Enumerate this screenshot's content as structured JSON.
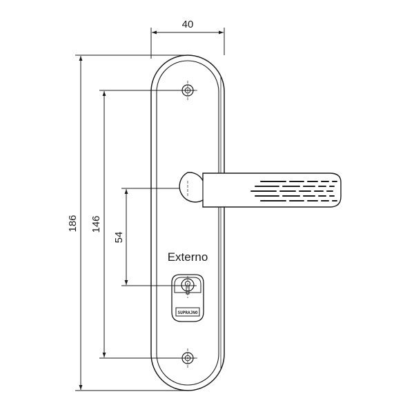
{
  "diagram": {
    "dimensions": {
      "width": "40",
      "overall_height": "186",
      "screw_spacing": "146",
      "handle_to_cylinder": "54"
    },
    "label": "Externo",
    "stamp": "SUPRAJNO",
    "colors": {
      "line": "#1a1a1a",
      "background": "#ffffff"
    }
  }
}
